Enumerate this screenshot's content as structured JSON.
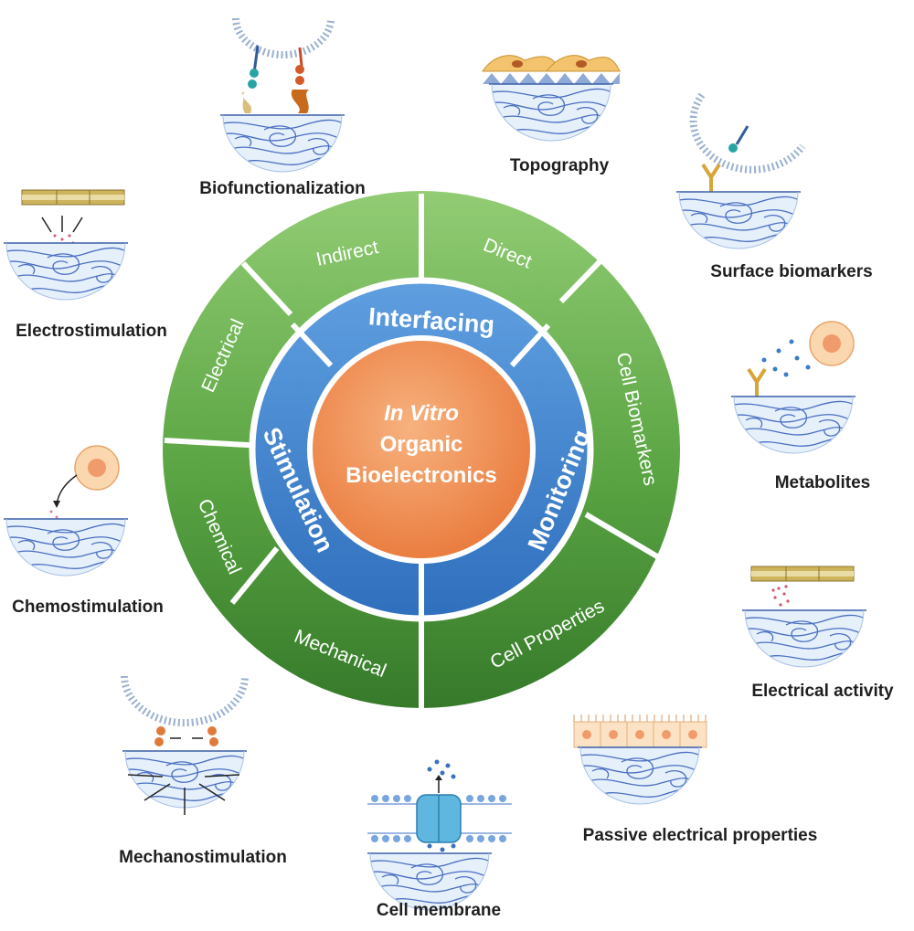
{
  "core": {
    "line1": "In Vitro",
    "line2": "Organic",
    "line3": "Bioelectronics"
  },
  "middle_ring": {
    "interfacing": "Interfacing",
    "stimulation": "Stimulation",
    "monitoring": "Monitoring"
  },
  "outer_ring": {
    "indirect": "Indirect",
    "direct": "Direct",
    "cell_biomarkers": "Cell Biomarkers",
    "cell_properties": "Cell Properties",
    "mechanical": "Mechanical",
    "chemical": "Chemical",
    "electrical": "Electrical"
  },
  "examples": {
    "biofunctionalization": "Biofunctionalization",
    "topography": "Topography",
    "surface_biomarkers": "Surface biomarkers",
    "metabolites": "Metabolites",
    "electrical_activity": "Electrical activity",
    "passive_electrical_properties": "Passive electrical properties",
    "cell_membrane": "Cell membrane",
    "mechanostimulation": "Mechanostimulation",
    "chemostimulation": "Chemostimulation",
    "electrostimulation": "Electrostimulation"
  },
  "colors": {
    "outer_ring": "#4e9a3a",
    "outer_ring_top": "#8cc66e",
    "middle_ring": "#3d7fcc",
    "core": "#f08a4a",
    "tissue_fill": "#e6f0fb",
    "tissue_line": "#4a6fc1"
  }
}
